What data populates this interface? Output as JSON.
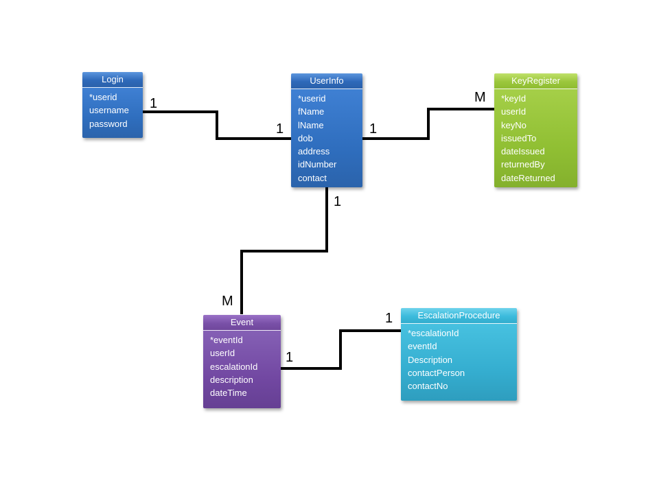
{
  "entities": {
    "login": {
      "title": "Login",
      "fields": [
        "*userid",
        "username",
        "password"
      ]
    },
    "userinfo": {
      "title": "UserInfo",
      "fields": [
        "*userid",
        "fName",
        "lName",
        "dob",
        "address",
        "idNumber",
        "contact"
      ]
    },
    "keyregister": {
      "title": "KeyRegister",
      "fields": [
        "*keyId",
        "userId",
        "keyNo",
        "issuedTo",
        "dateIssued",
        "returnedBy",
        "dateReturned"
      ]
    },
    "event": {
      "title": "Event",
      "fields": [
        "*eventId",
        "userId",
        "escalationId",
        "description",
        "dateTime"
      ]
    },
    "escalation": {
      "title": "EscalationProcedure",
      "fields": [
        "*escalationId",
        "eventId",
        "Description",
        "contactPerson",
        "contactNo"
      ]
    }
  },
  "cardinalities": {
    "login_user_login": "1",
    "login_user_user": "1",
    "user_key_user": "1",
    "user_key_key": "M",
    "user_event_user": "1",
    "user_event_event": "M",
    "event_esc_event": "1",
    "event_esc_esc": "1"
  },
  "colors": {
    "login": "#2f6ebe",
    "userinfo": "#2f6ebe",
    "keyregister": "#90bf33",
    "event": "#7248a2",
    "escalation": "#35aed0",
    "connector": "#000000"
  }
}
